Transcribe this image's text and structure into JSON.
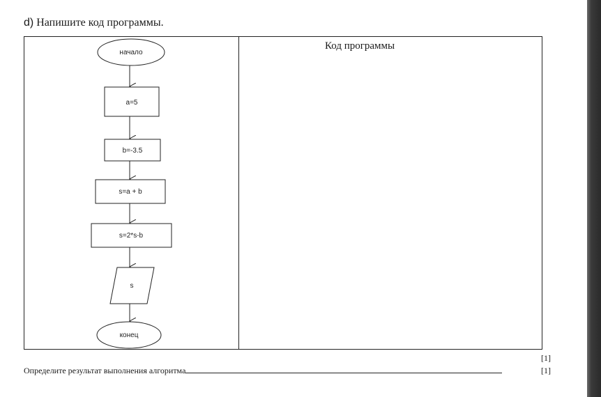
{
  "question": {
    "letter": "d)",
    "text": "Напишите код программы."
  },
  "code_panel": {
    "header": "Код программы"
  },
  "flowchart": {
    "start": "начало",
    "steps": [
      "a=5",
      "b=-3.5",
      "s=a + b",
      "s=2*s-b"
    ],
    "output": "s",
    "end": "конец"
  },
  "marks": {
    "mark_1": "[1]",
    "mark_2": "[1]"
  },
  "result": {
    "label": "Определите результат выполнения алгоритма"
  }
}
